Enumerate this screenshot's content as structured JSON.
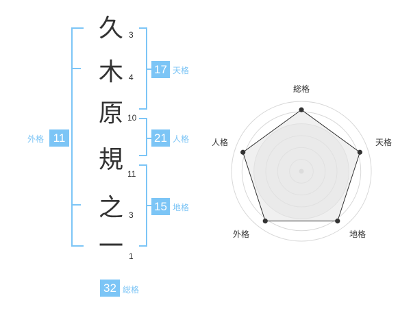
{
  "name_chars": [
    {
      "char": "久",
      "strokes": "3"
    },
    {
      "char": "木",
      "strokes": "4"
    },
    {
      "char": "原",
      "strokes": "10"
    },
    {
      "char": "規",
      "strokes": "11"
    },
    {
      "char": "之",
      "strokes": "3"
    },
    {
      "char": "一",
      "strokes": "1"
    }
  ],
  "kaku": {
    "tenkaku": {
      "value": "17",
      "label": "天格"
    },
    "jinkaku": {
      "value": "21",
      "label": "人格"
    },
    "chikaku": {
      "value": "15",
      "label": "地格"
    },
    "gaikaku": {
      "value": "11",
      "label": "外格"
    },
    "soukaku": {
      "value": "32",
      "label": "総格"
    }
  },
  "radar": {
    "axes": [
      "総格",
      "天格",
      "地格",
      "外格",
      "人格"
    ],
    "values": [
      1.0,
      1.0,
      1.0,
      1.0,
      1.0
    ],
    "line_color": "#333333",
    "fill_color": "#eeeeee"
  },
  "colors": {
    "accent": "#7cc5f6",
    "text": "#333333"
  }
}
